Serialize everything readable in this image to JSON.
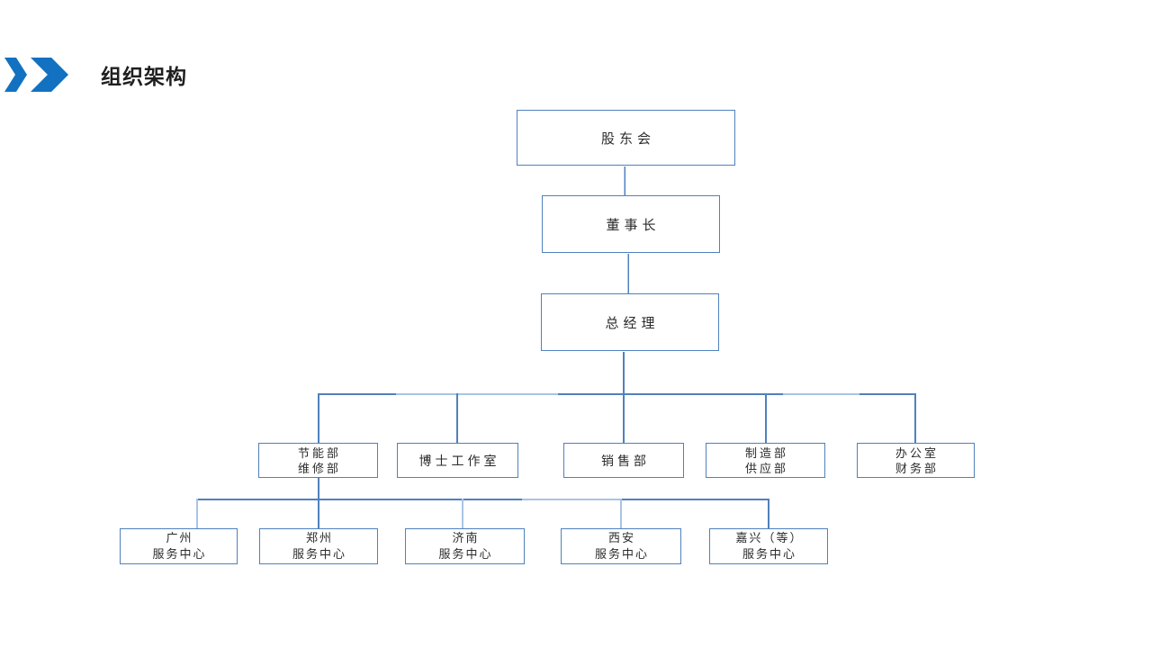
{
  "header": {
    "title": "组织架构"
  },
  "colors": {
    "chevron_blue": "#1271C1",
    "box_border_blue": "#4F81BD",
    "connector_dark": "#4F81BD",
    "connector_light": "#A9C4E4"
  },
  "org": {
    "shareholders": {
      "label": "股东会"
    },
    "chairman": {
      "label": "董事长"
    },
    "general_manager": {
      "label": "总经理"
    },
    "departments": [
      {
        "lines": [
          "节能部",
          "维修部"
        ]
      },
      {
        "lines": [
          "博士工作室"
        ]
      },
      {
        "lines": [
          "销售部"
        ]
      },
      {
        "lines": [
          "制造部",
          "供应部"
        ]
      },
      {
        "lines": [
          "办公室",
          "财务部"
        ]
      }
    ],
    "service_centers": [
      {
        "lines": [
          "广州",
          "服务中心"
        ]
      },
      {
        "lines": [
          "郑州",
          "服务中心"
        ]
      },
      {
        "lines": [
          "济南",
          "服务中心"
        ]
      },
      {
        "lines": [
          "西安",
          "服务中心"
        ]
      },
      {
        "lines": [
          "嘉兴（等）",
          "服务中心"
        ]
      }
    ]
  }
}
